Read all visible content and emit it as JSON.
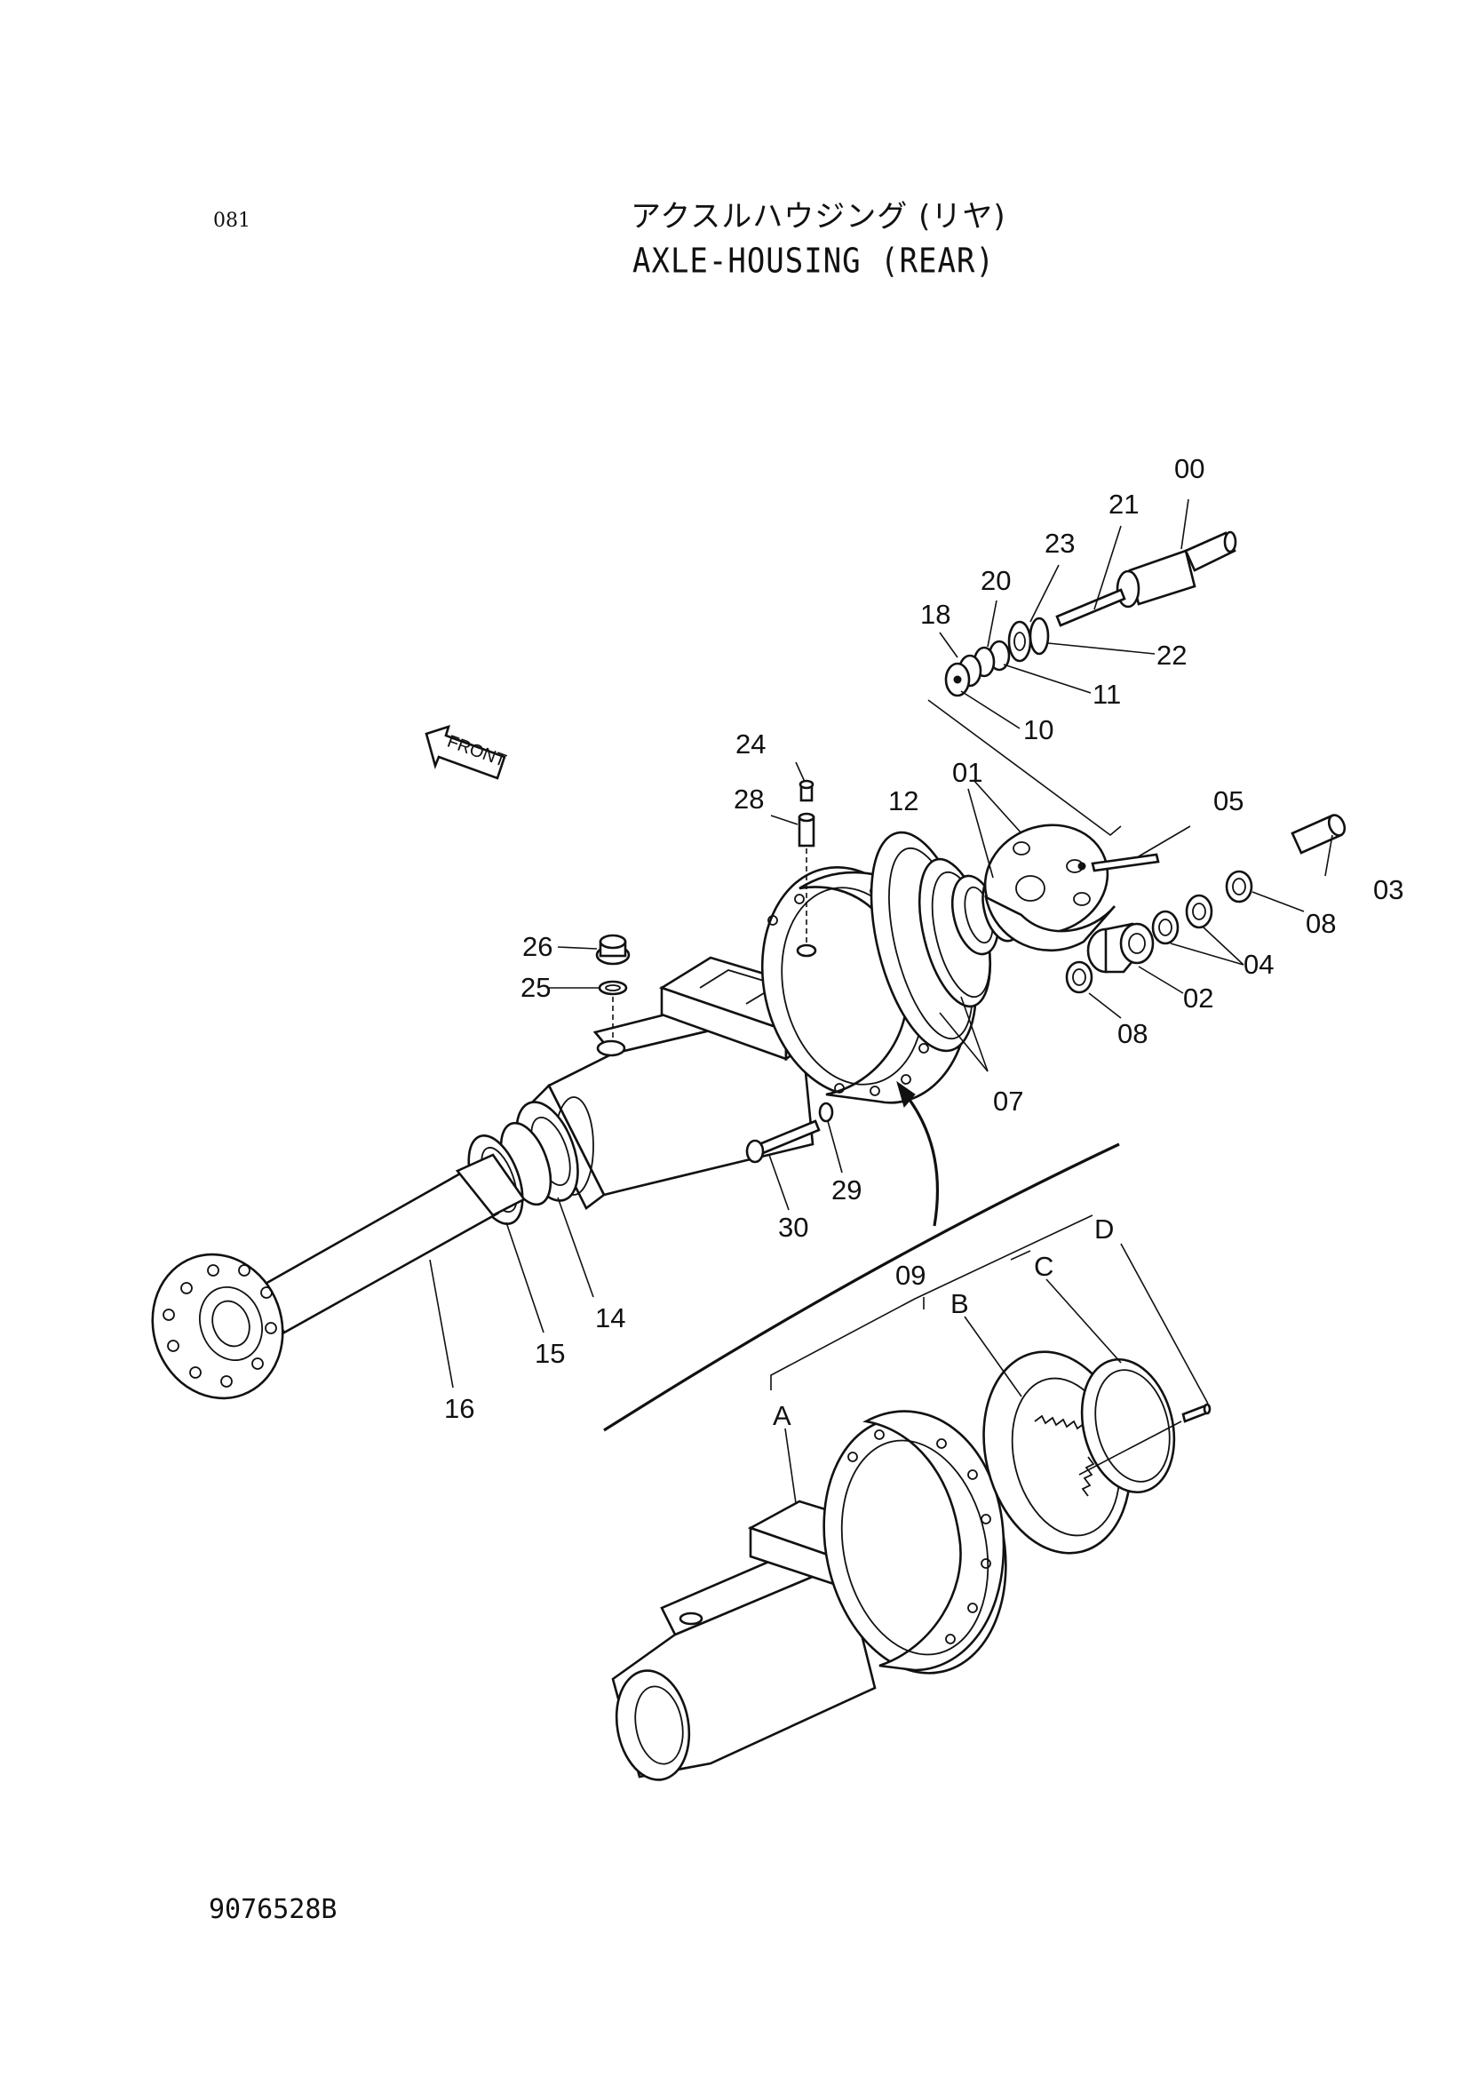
{
  "page": {
    "page_code": "081",
    "title_jp": "アクスルハウジング (リヤ)",
    "title_en": "AXLE-HOUSING (REAR)",
    "drawing_number": "9076528B",
    "front_indicator": "FRONT"
  },
  "callouts": [
    {
      "id": "00",
      "label": "00"
    },
    {
      "id": "21",
      "label": "21"
    },
    {
      "id": "23",
      "label": "23"
    },
    {
      "id": "20",
      "label": "20"
    },
    {
      "id": "18",
      "label": "18"
    },
    {
      "id": "22",
      "label": "22"
    },
    {
      "id": "11",
      "label": "11"
    },
    {
      "id": "10",
      "label": "10"
    },
    {
      "id": "24",
      "label": "24"
    },
    {
      "id": "28",
      "label": "28"
    },
    {
      "id": "01",
      "label": "01"
    },
    {
      "id": "05",
      "label": "05"
    },
    {
      "id": "12",
      "label": "12"
    },
    {
      "id": "03",
      "label": "03"
    },
    {
      "id": "08a",
      "label": "08"
    },
    {
      "id": "04",
      "label": "04"
    },
    {
      "id": "26",
      "label": "26"
    },
    {
      "id": "25",
      "label": "25"
    },
    {
      "id": "02",
      "label": "02"
    },
    {
      "id": "08b",
      "label": "08"
    },
    {
      "id": "07",
      "label": "07"
    },
    {
      "id": "29",
      "label": "29"
    },
    {
      "id": "30",
      "label": "30"
    },
    {
      "id": "14",
      "label": "14"
    },
    {
      "id": "15",
      "label": "15"
    },
    {
      "id": "16",
      "label": "16"
    },
    {
      "id": "09",
      "label": "09"
    },
    {
      "id": "D",
      "label": "D"
    },
    {
      "id": "C",
      "label": "C"
    },
    {
      "id": "B",
      "label": "B"
    },
    {
      "id": "A",
      "label": "A"
    }
  ]
}
